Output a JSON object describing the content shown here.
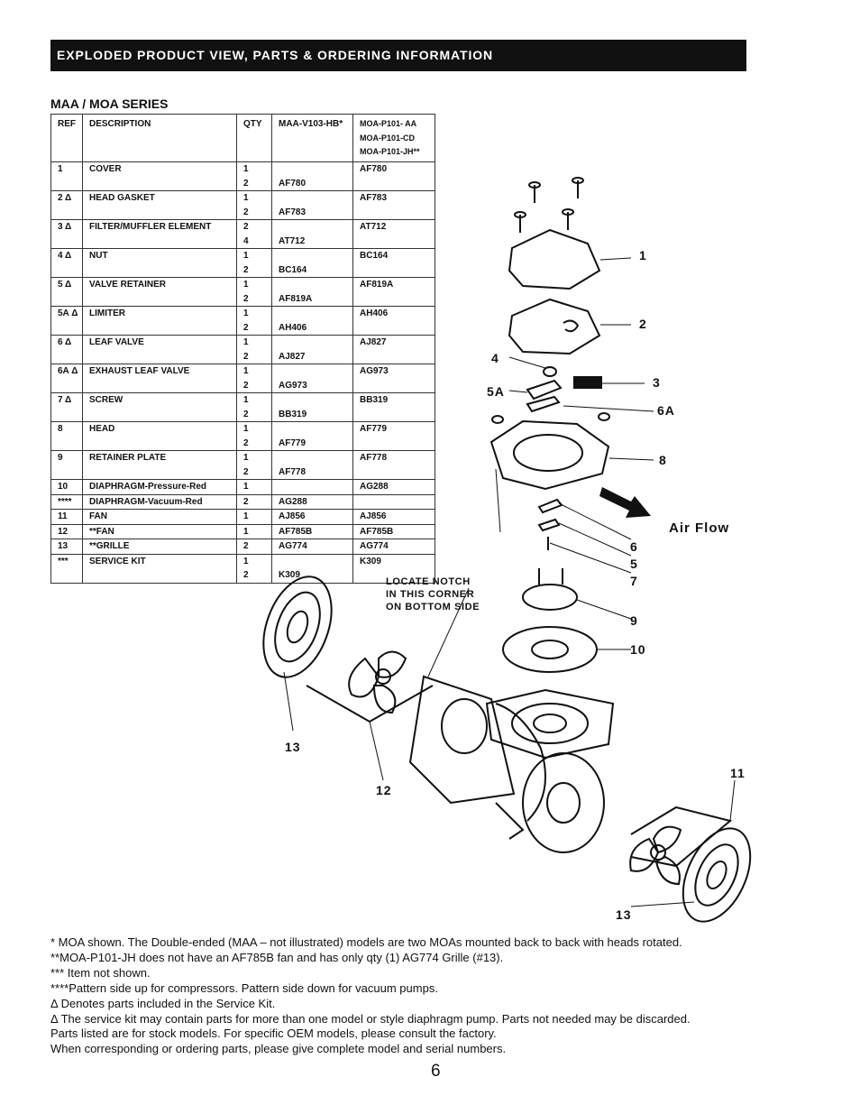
{
  "header": {
    "title": "EXPLODED PRODUCT VIEW, PARTS & ORDERING INFORMATION"
  },
  "series_title": "MAA / MOA SERIES",
  "table": {
    "headers": {
      "ref": "REF",
      "description": "DESCRIPTION",
      "qty": "QTY",
      "maa": "MAA-V103-HB*",
      "moa": [
        "MOA-P101- AA",
        "MOA-P101-CD",
        "MOA-P101-JH**"
      ]
    },
    "rows": [
      {
        "ref": "1",
        "description": "COVER",
        "qty": [
          "1",
          "2"
        ],
        "maa": [
          "",
          "AF780"
        ],
        "moa": [
          "AF780",
          ""
        ]
      },
      {
        "ref": "2 Δ",
        "description": "HEAD GASKET",
        "qty": [
          "1",
          "2"
        ],
        "maa": [
          "",
          "AF783"
        ],
        "moa": [
          "AF783",
          ""
        ]
      },
      {
        "ref": "3 Δ",
        "description": "FILTER/MUFFLER ELEMENT",
        "qty": [
          "2",
          "4"
        ],
        "maa": [
          "",
          "AT712"
        ],
        "moa": [
          "AT712",
          ""
        ]
      },
      {
        "ref": "4 Δ",
        "description": "NUT",
        "qty": [
          "1",
          "2"
        ],
        "maa": [
          "",
          "BC164"
        ],
        "moa": [
          "BC164",
          ""
        ]
      },
      {
        "ref": "5 Δ",
        "description": "VALVE RETAINER",
        "qty": [
          "1",
          "2"
        ],
        "maa": [
          "",
          "AF819A"
        ],
        "moa": [
          "AF819A",
          ""
        ]
      },
      {
        "ref": "5A Δ",
        "description": "LIMITER",
        "qty": [
          "1",
          "2"
        ],
        "maa": [
          "",
          "AH406"
        ],
        "moa": [
          "AH406",
          ""
        ]
      },
      {
        "ref": "6 Δ",
        "description": "LEAF VALVE",
        "qty": [
          "1",
          "2"
        ],
        "maa": [
          "",
          "AJ827"
        ],
        "moa": [
          "AJ827",
          ""
        ]
      },
      {
        "ref": "6A Δ",
        "description": "EXHAUST LEAF VALVE",
        "qty": [
          "1",
          "2"
        ],
        "maa": [
          "",
          "AG973"
        ],
        "moa": [
          "AG973",
          ""
        ]
      },
      {
        "ref": "7 Δ",
        "description": "SCREW",
        "qty": [
          "1",
          "2"
        ],
        "maa": [
          "",
          "BB319"
        ],
        "moa": [
          "BB319",
          ""
        ]
      },
      {
        "ref": "8",
        "description": "HEAD",
        "qty": [
          "1",
          "2"
        ],
        "maa": [
          "",
          "AF779"
        ],
        "moa": [
          "AF779",
          ""
        ]
      },
      {
        "ref": "9",
        "description": "RETAINER PLATE",
        "qty": [
          "1",
          "2"
        ],
        "maa": [
          "",
          "AF778"
        ],
        "moa": [
          "AF778",
          ""
        ]
      },
      {
        "ref": "10",
        "description": "DIAPHRAGM-Pressure-Red",
        "qty": [
          "1"
        ],
        "maa": [
          ""
        ],
        "moa": [
          "AG288"
        ]
      },
      {
        "ref": "****",
        "description": "DIAPHRAGM-Vacuum-Red",
        "qty": [
          "2"
        ],
        "maa": [
          "AG288"
        ],
        "moa": [
          ""
        ]
      },
      {
        "ref": "11",
        "description": "FAN",
        "qty": [
          "1"
        ],
        "maa": [
          "AJ856"
        ],
        "moa": [
          "AJ856"
        ]
      },
      {
        "ref": "12",
        "description": "**FAN",
        "qty": [
          "1"
        ],
        "maa": [
          "AF785B"
        ],
        "moa": [
          "AF785B"
        ]
      },
      {
        "ref": "13",
        "description": "**GRILLE",
        "qty": [
          "2"
        ],
        "maa": [
          "AG774"
        ],
        "moa": [
          "AG774"
        ]
      },
      {
        "ref": "***",
        "description": "SERVICE KIT",
        "qty": [
          "1",
          "2"
        ],
        "maa": [
          "",
          "K309"
        ],
        "moa": [
          "K309",
          ""
        ]
      }
    ]
  },
  "diagram": {
    "callouts": [
      "1",
      "2",
      "4",
      "3",
      "5A",
      "6A",
      "8",
      "Air Flow",
      "6",
      "5",
      "7",
      "9",
      "10",
      "13",
      "12",
      "11",
      "13"
    ],
    "note": [
      "LOCATE NOTCH",
      "IN THIS CORNER",
      "ON BOTTOM SIDE"
    ]
  },
  "footnotes": [
    "* MOA shown.  The Double-ended (MAA – not illustrated) models are two MOAs mounted back to back with heads rotated.",
    "**MOA-P101-JH does not have an AF785B fan and has only qty (1) AG774 Grille (#13).",
    "*** Item not shown.",
    "****Pattern side up for compressors.  Pattern side down for vacuum pumps.",
    "Δ Denotes parts included in the Service Kit.",
    "Δ The service kit may contain parts for more than one model or style diaphragm pump.  Parts not needed may be discarded.",
    "Parts listed are for stock models.  For specific OEM models, please consult the factory.",
    "When corresponding or ordering parts, please give complete model and serial numbers."
  ],
  "page_number": "6"
}
